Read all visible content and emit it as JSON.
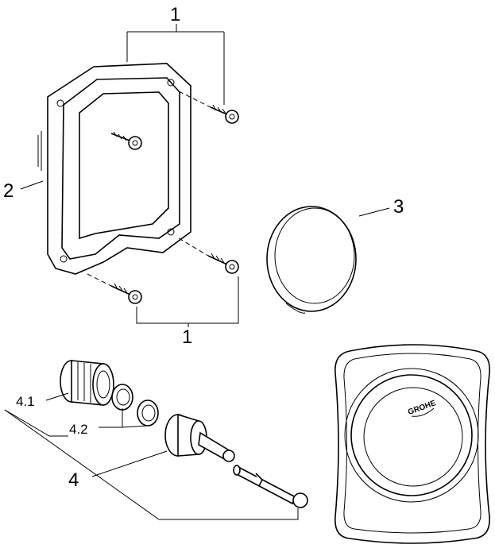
{
  "labels": {
    "screws_top": "1",
    "frame": "2",
    "ring": "3",
    "screws_bottom": "1",
    "cartridge_part": "4.1",
    "seals": "4.2",
    "valve_set": "4"
  },
  "brand_logo": "GROHE"
}
